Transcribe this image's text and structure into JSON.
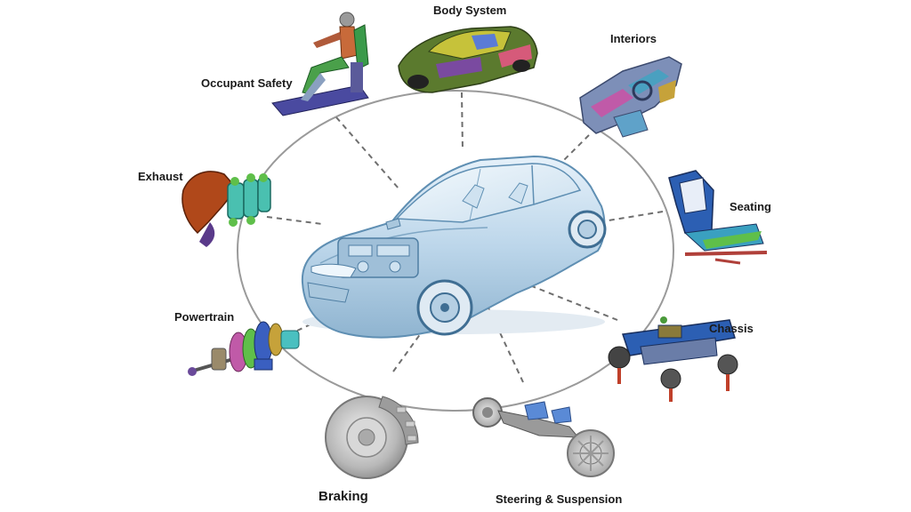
{
  "diagram": {
    "center": "car-xray",
    "components": [
      {
        "id": "body",
        "label": "Body System"
      },
      {
        "id": "interiors",
        "label": "Interiors"
      },
      {
        "id": "seating",
        "label": "Seating"
      },
      {
        "id": "chassis",
        "label": "Chassis"
      },
      {
        "id": "steering",
        "label": "Steering & Suspension"
      },
      {
        "id": "braking",
        "label": "Braking"
      },
      {
        "id": "powertrain",
        "label": "Powertrain"
      },
      {
        "id": "exhaust",
        "label": "Exhaust"
      },
      {
        "id": "occupant",
        "label": "Occupant Safety"
      }
    ],
    "colors": {
      "ring": "#9a9a9a",
      "connector": "#6f6f6f",
      "car_body": "#bcd6ea",
      "car_outline": "#5f8fb3",
      "label_text": "#1a1a1a"
    }
  }
}
